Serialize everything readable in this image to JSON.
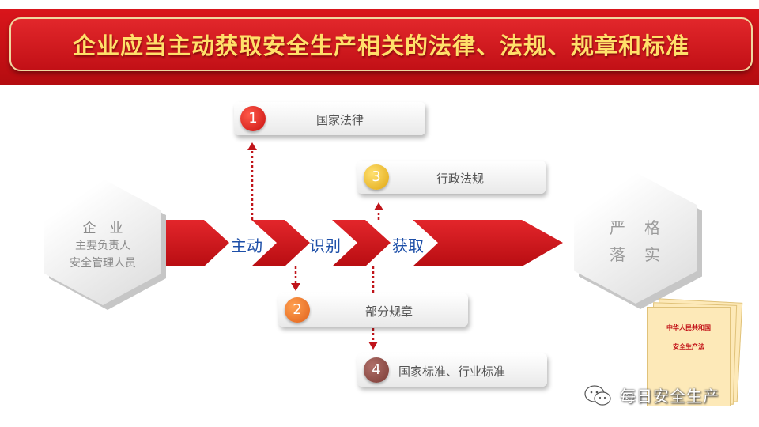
{
  "title": "企业应当主动获取安全生产相关的法律、法规、规章和标准",
  "left_hex": {
    "line1": "企　业",
    "line2": "主要负责人",
    "line3": "安全管理人员"
  },
  "steps": [
    "主动",
    "识别",
    "获取"
  ],
  "right_hex": {
    "line1": "严　格",
    "line2": "落　实"
  },
  "cards": [
    {
      "num": "1",
      "label": "国家法律",
      "color": "#d4161b"
    },
    {
      "num": "2",
      "label": "部分规章",
      "color": "#e8701f"
    },
    {
      "num": "3",
      "label": "行政法规",
      "color": "#e9b21a"
    },
    {
      "num": "4",
      "label": "国家标准、行业标准",
      "color": "#8c4a44"
    }
  ],
  "book": {
    "line1": "中华人民共和国",
    "line2": "安全生产法"
  },
  "watermark": "每日安全生产",
  "colors": {
    "red": "#d4161b",
    "gold": "#ffe06a",
    "dotted": "#c0141a"
  }
}
